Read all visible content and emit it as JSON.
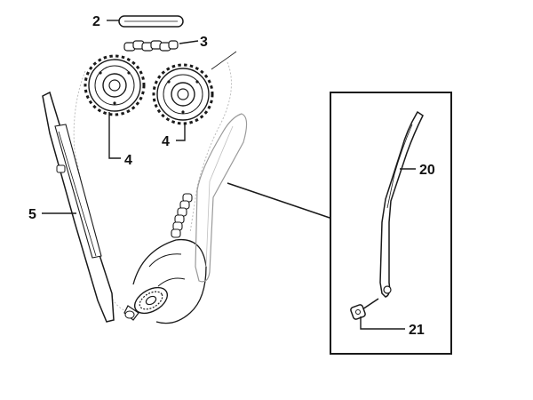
{
  "diagram": {
    "callouts": {
      "c2": "2",
      "c3": "3",
      "c4_left": "4",
      "c4_right": "4",
      "c5": "5",
      "c20": "20",
      "c21": "21"
    }
  },
  "colors": {
    "line": "#1a1a1a",
    "ghost": "#b5b5b5",
    "background": "#ffffff"
  }
}
